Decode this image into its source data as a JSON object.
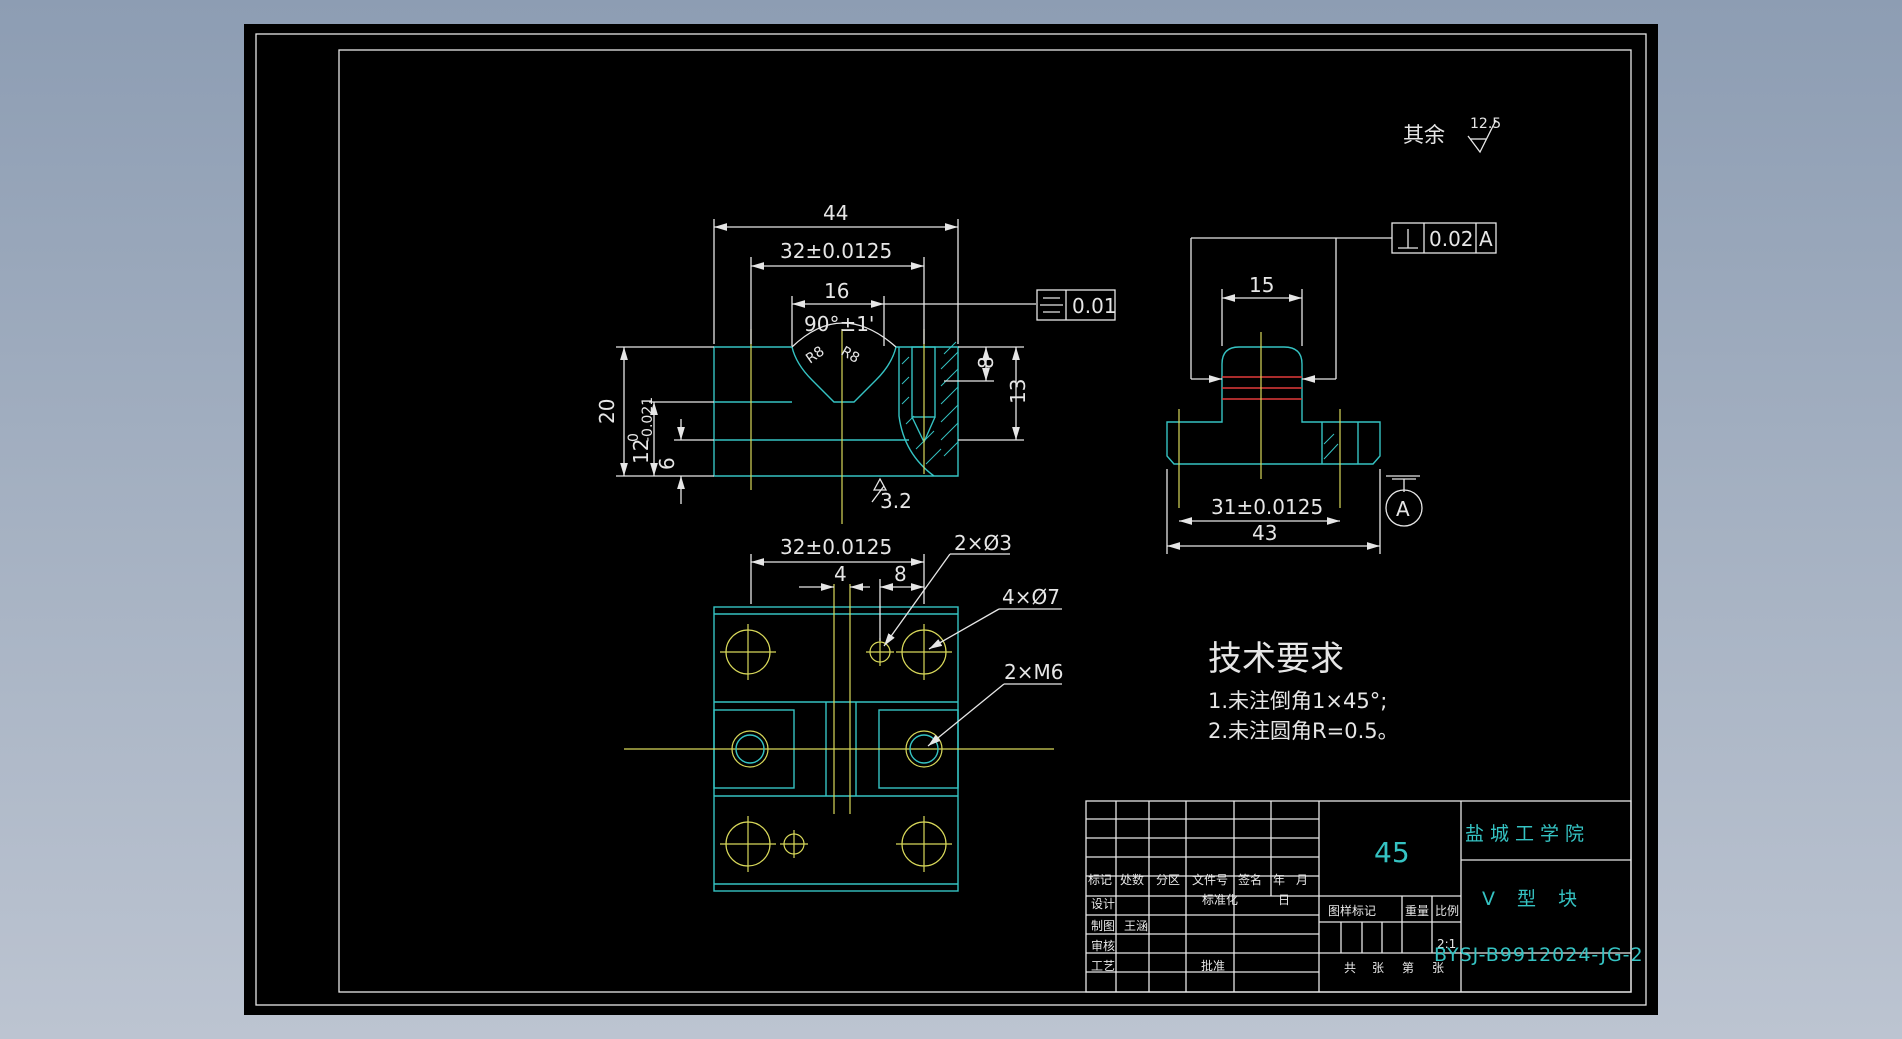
{
  "surface_note": {
    "text": "其余",
    "value": "12.5"
  },
  "front_view": {
    "dim_44": "44",
    "dim_32": "32±0.0125",
    "dim_16": "16",
    "angle": "90°±1'",
    "r8a": "R8",
    "r8b": "R8",
    "sym_tolerance": "0.01",
    "dim_8": "8",
    "dim_13": "13",
    "dim_20": "20",
    "dim_12": "12",
    "tol_12_upper": "0",
    "tol_12_lower": "-0.021",
    "dim_6": "6",
    "roughness": "3.2"
  },
  "side_view": {
    "perp_tolerance": "0.02",
    "datum_ref": "A",
    "dim_15": "15",
    "dim_31": "31±0.0125",
    "dim_43": "43",
    "datum_label": "A"
  },
  "top_view": {
    "dim_32": "32±0.0125",
    "dim_4": "4",
    "dim_8": "8",
    "hole_2x3": "2×Ø3",
    "hole_4x7": "4×Ø7",
    "thread_2xm6": "2×M6"
  },
  "requirements": {
    "title": "技术要求",
    "items": [
      "1.未注倒角1×45°;",
      "2.未注圆角R=0.5。"
    ]
  },
  "title_block": {
    "h_biaoji": "标记",
    "h_chushu": "处数",
    "h_fenqu": "分区",
    "h_wenjian": "文件号",
    "h_qianming": "签名",
    "h_nian": "年",
    "h_yue": "月",
    "h_ri": "日",
    "r_sheji": "设计",
    "r_zhitu": "制图",
    "r_zhitu_name": "王涵",
    "r_shenhe": "审核",
    "r_gongyi": "工艺",
    "r_biaozhun": "标准化",
    "r_pizhun": "批准",
    "material": "45",
    "school": "盐城工学院",
    "part_name": "V 型 块",
    "h_tuyang": "图样标记",
    "h_zhongliang": "重量",
    "h_bili": "比例",
    "scale": "2:1",
    "h_gong": "共",
    "h_zhang1": "张",
    "h_di": "第",
    "h_zhang2": "张",
    "drawing_no": "BYSJ-B9912024-JG-2"
  }
}
